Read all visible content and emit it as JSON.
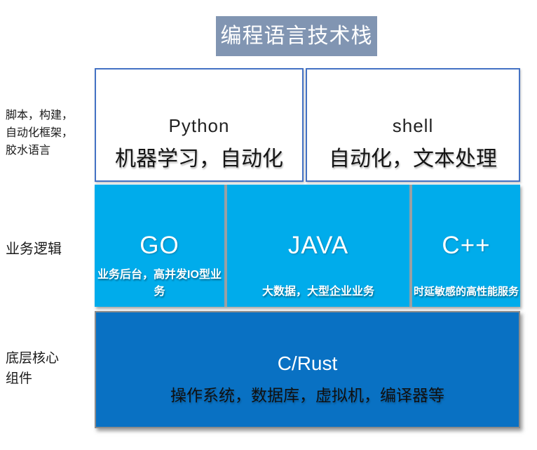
{
  "title": "编程语言技术栈",
  "colors": {
    "title_bg": "#8195b2",
    "row1_border": "#4472c4",
    "row2_bg": "#00aceb",
    "row3_bg": "#0971c3"
  },
  "rows": [
    {
      "label": "脚本，构建，\n自动化框架，\n胶水语言",
      "cells": [
        {
          "name": "Python",
          "desc": "机器学习，自动化"
        },
        {
          "name": "shell",
          "desc": "自动化，文本处理"
        }
      ]
    },
    {
      "label": "业务逻辑",
      "cells": [
        {
          "name": "GO",
          "desc": "业务后台，高并发IO型业务"
        },
        {
          "name": "JAVA",
          "desc": "大数据，大型企业业务"
        },
        {
          "name": "C++",
          "desc": "时延敏感的高性能服务"
        }
      ]
    },
    {
      "label": "底层核心\n组件",
      "cells": [
        {
          "name": "C/Rust",
          "desc": "操作系统，数据库，虚拟机，编译器等"
        }
      ]
    }
  ]
}
